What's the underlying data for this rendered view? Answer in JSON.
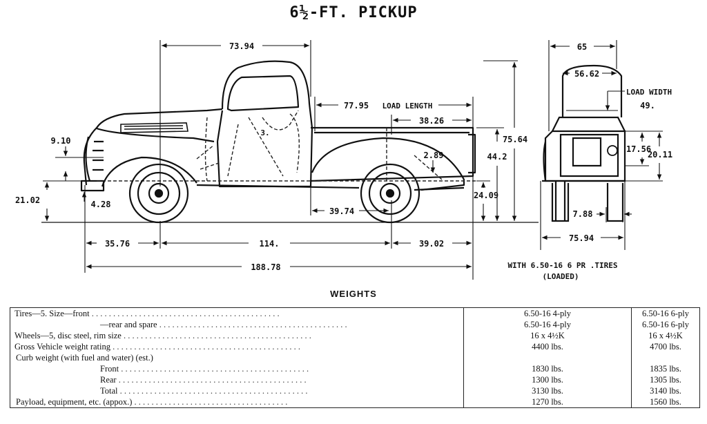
{
  "title": {
    "main": "6½-FT. PICKUP"
  },
  "side_view": {
    "dims": {
      "cab_length": "73.94",
      "load_length_label": "LOAD LENGTH",
      "load_length_to_cab": "77.95",
      "load_length": "38.26",
      "bumper_height": "9.10",
      "frame_height": "21.02",
      "bumper_drop": "4.28",
      "overall_height": "75.64",
      "bed_height": "44.2",
      "bed_depth": "2.89",
      "bed_floor_height": "24.09",
      "rear_axle_to_bed": "39.74",
      "front_overhang": "35.76",
      "wheelbase": "114.",
      "rear_overhang": "39.02",
      "overall_length": "188.78",
      "seat_label": "3."
    }
  },
  "rear_view": {
    "dims": {
      "overall_width_top": "65",
      "inner_width": "56.62",
      "load_width_label": "LOAD WIDTH",
      "load_width": "49.",
      "bed_side_height": "17.56",
      "side_height": "20.11",
      "tire_width": "7.88",
      "track_width": "75.94"
    },
    "note_line1": "WITH 6.50-16  6 PR .TIRES",
    "note_line2": "(LOADED)"
  },
  "weights": {
    "heading": "WEIGHTS",
    "rows": [
      {
        "label": "Tires—5.  Size—front",
        "c1": "6.50-16 4-ply",
        "c2": "6.50-16 6-ply",
        "indent": "none"
      },
      {
        "label": "—rear and spare",
        "c1": "6.50-16 4-ply",
        "c2": "6.50-16 6-ply",
        "indent": "mid"
      },
      {
        "label": "Wheels—5, disc steel, rim size",
        "c1": "16 x 4½K",
        "c2": "16 x 4½K",
        "indent": "none"
      },
      {
        "label": "Gross Vehicle weight rating",
        "c1": "4400 lbs.",
        "c2": "4700 lbs.",
        "indent": "none"
      },
      {
        "label": "Curb weight (with fuel and water) (est.)",
        "c1": "",
        "c2": "",
        "indent": "small"
      },
      {
        "label": "Front",
        "c1": "1830 lbs.",
        "c2": "1835 lbs.",
        "indent": "deep"
      },
      {
        "label": "Rear",
        "c1": "1300 lbs.",
        "c2": "1305 lbs.",
        "indent": "deep"
      },
      {
        "label": "Total",
        "c1": "3130 lbs.",
        "c2": "3140 lbs.",
        "indent": "deep"
      },
      {
        "label": "Payload, equipment, etc. (appox.)",
        "c1": "1270 lbs.",
        "c2": "1560 lbs.",
        "indent": "small"
      }
    ]
  }
}
